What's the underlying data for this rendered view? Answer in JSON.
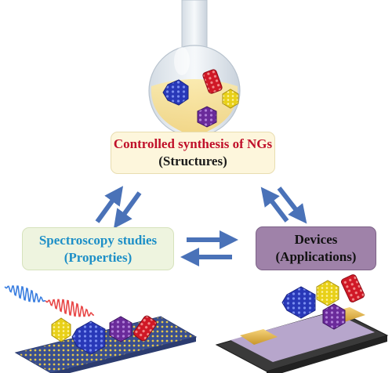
{
  "nodes": {
    "synthesis": {
      "line1": "Controlled synthesis of NGs",
      "line2": "(Structures)"
    },
    "spectroscopy": {
      "line1": "Spectroscopy studies",
      "line2": "(Properties)"
    },
    "devices": {
      "line1": "Devices",
      "line2": "(Applications)"
    }
  },
  "colors": {
    "arrow": "#4a72b8",
    "synthesis_title": "#c0102a",
    "spectroscopy_text": "#1d8fc7",
    "devices_box": "#9f82a9",
    "ng_blue": "#2838b8",
    "ng_red": "#d01826",
    "ng_yellow": "#e8d018",
    "ng_purple": "#6a2a9a"
  },
  "icons": [
    "round-flask-icon",
    "laser-pulse-icon",
    "substrate-icon",
    "device-chip-icon",
    "nanographene-icon"
  ]
}
